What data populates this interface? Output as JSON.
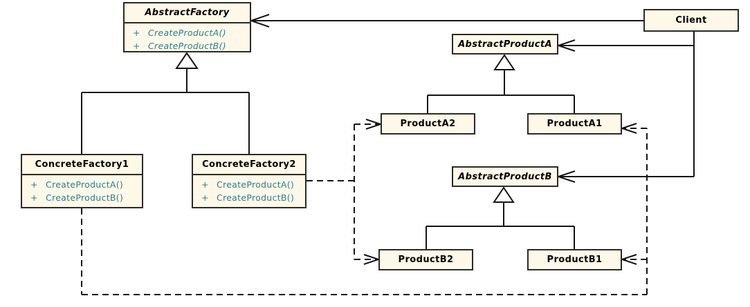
{
  "diagram": {
    "kind": "uml-class-diagram",
    "pattern": "Abstract Factory"
  },
  "colors": {
    "box_fill": "#FDF8E7",
    "box_border": "#2B2A24",
    "method_text": "#2C7C95",
    "title_text": "#000000",
    "line": "#141414",
    "background": "#FFFFFF"
  },
  "classes": {
    "abstractFactory": {
      "name": "AbstractFactory",
      "abstract": true,
      "methods": [
        {
          "vis": "+",
          "name": "CreateProductA()"
        },
        {
          "vis": "+",
          "name": "CreateProductB()"
        }
      ]
    },
    "concreteFactory1": {
      "name": "ConcreteFactory1",
      "abstract": false,
      "methods": [
        {
          "vis": "+",
          "name": "CreateProductA()"
        },
        {
          "vis": "+",
          "name": "CreateProductB()"
        }
      ]
    },
    "concreteFactory2": {
      "name": "ConcreteFactory2",
      "abstract": false,
      "methods": [
        {
          "vis": "+",
          "name": "CreateProductA()"
        },
        {
          "vis": "+",
          "name": "CreateProductB()"
        }
      ]
    },
    "client": {
      "name": "Client",
      "abstract": false
    },
    "abstractProductA": {
      "name": "AbstractProductA",
      "abstract": true
    },
    "productA2": {
      "name": "ProductA2",
      "abstract": false
    },
    "productA1": {
      "name": "ProductA1",
      "abstract": false
    },
    "abstractProductB": {
      "name": "AbstractProductB",
      "abstract": true
    },
    "productB2": {
      "name": "ProductB2",
      "abstract": false
    },
    "productB1": {
      "name": "ProductB1",
      "abstract": false
    }
  },
  "relationships": [
    {
      "from": "Client",
      "to": "AbstractFactory",
      "type": "association",
      "style": "solid-open-arrow"
    },
    {
      "from": "Client",
      "to": "AbstractProductA",
      "type": "association",
      "style": "solid-open-arrow"
    },
    {
      "from": "Client",
      "to": "AbstractProductB",
      "type": "association",
      "style": "solid-open-arrow"
    },
    {
      "from": "ConcreteFactory1",
      "to": "AbstractFactory",
      "type": "generalization",
      "style": "solid-hollow-triangle"
    },
    {
      "from": "ConcreteFactory2",
      "to": "AbstractFactory",
      "type": "generalization",
      "style": "solid-hollow-triangle"
    },
    {
      "from": "ProductA2",
      "to": "AbstractProductA",
      "type": "generalization",
      "style": "solid-hollow-triangle"
    },
    {
      "from": "ProductA1",
      "to": "AbstractProductA",
      "type": "generalization",
      "style": "solid-hollow-triangle"
    },
    {
      "from": "ProductB2",
      "to": "AbstractProductB",
      "type": "generalization",
      "style": "solid-hollow-triangle"
    },
    {
      "from": "ProductB1",
      "to": "AbstractProductB",
      "type": "generalization",
      "style": "solid-hollow-triangle"
    },
    {
      "from": "ConcreteFactory2",
      "to": "ProductA2",
      "type": "dependency",
      "style": "dashed-open-arrow"
    },
    {
      "from": "ConcreteFactory2",
      "to": "ProductB2",
      "type": "dependency",
      "style": "dashed-open-arrow"
    },
    {
      "from": "ConcreteFactory1",
      "to": "ProductA1",
      "type": "dependency",
      "style": "dashed-open-arrow"
    },
    {
      "from": "ConcreteFactory1",
      "to": "ProductB1",
      "type": "dependency",
      "style": "dashed-open-arrow"
    }
  ]
}
